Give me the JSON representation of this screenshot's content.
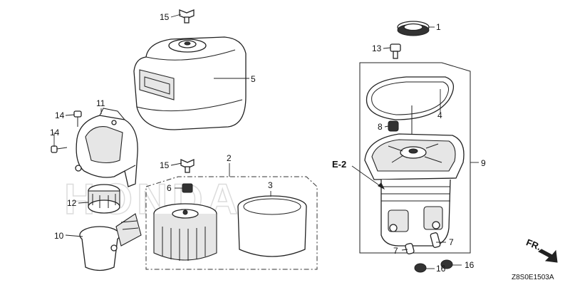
{
  "callouts": {
    "c1": "1",
    "c2": "2",
    "c3": "3",
    "c4": "4",
    "c5": "5",
    "c6": "6",
    "c7a": "7",
    "c7b": "7",
    "c8": "8",
    "c9": "9",
    "c10": "10",
    "c11": "11",
    "c12": "12",
    "c13": "13",
    "c14a": "14",
    "c14b": "14",
    "c15a": "15",
    "c15b": "15",
    "c16a": "16",
    "c16b": "16"
  },
  "reference": "E-2",
  "direction": "FR.",
  "diagram_code": "Z8S0E1503A",
  "watermark": "HONDA",
  "colors": {
    "ink": "#222222",
    "watermark": "#dcdcdc",
    "paper": "#ffffff"
  }
}
